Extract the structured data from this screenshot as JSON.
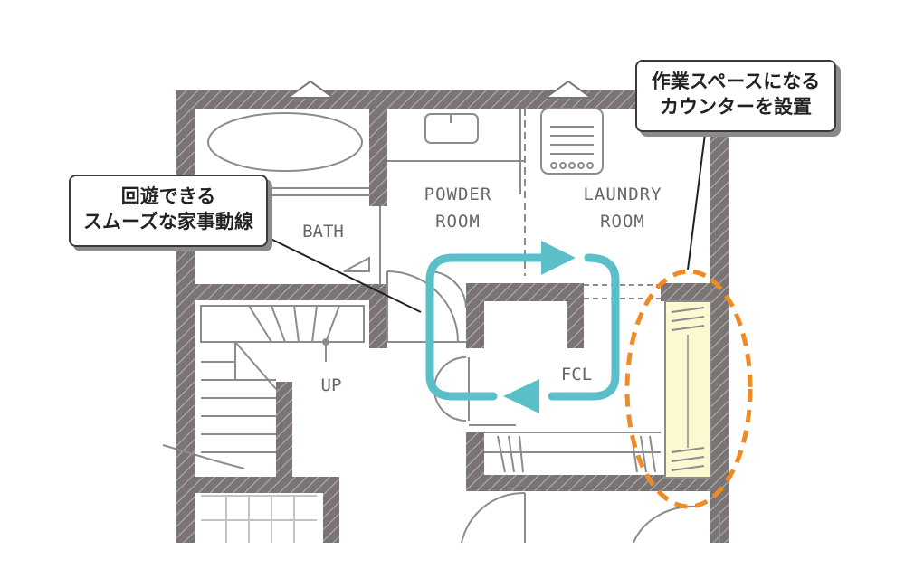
{
  "rooms": {
    "bath": "BATH",
    "powder_room": [
      "POWDER",
      "ROOM"
    ],
    "laundry_room": [
      "LAUNDRY",
      "ROOM"
    ],
    "fcl": "FCL",
    "stairs_up": "UP"
  },
  "callouts": {
    "circulation": [
      "回遊できる",
      "スムーズな家事動線"
    ],
    "counter": [
      "作業スペースになる",
      "カウンターを設置"
    ]
  },
  "colors": {
    "wall": "#7a7474",
    "line": "#8c8c8c",
    "arrow": "#5bbfca",
    "dashed_highlight": "#f08a24",
    "counter_fill": "#fcf8cf"
  }
}
